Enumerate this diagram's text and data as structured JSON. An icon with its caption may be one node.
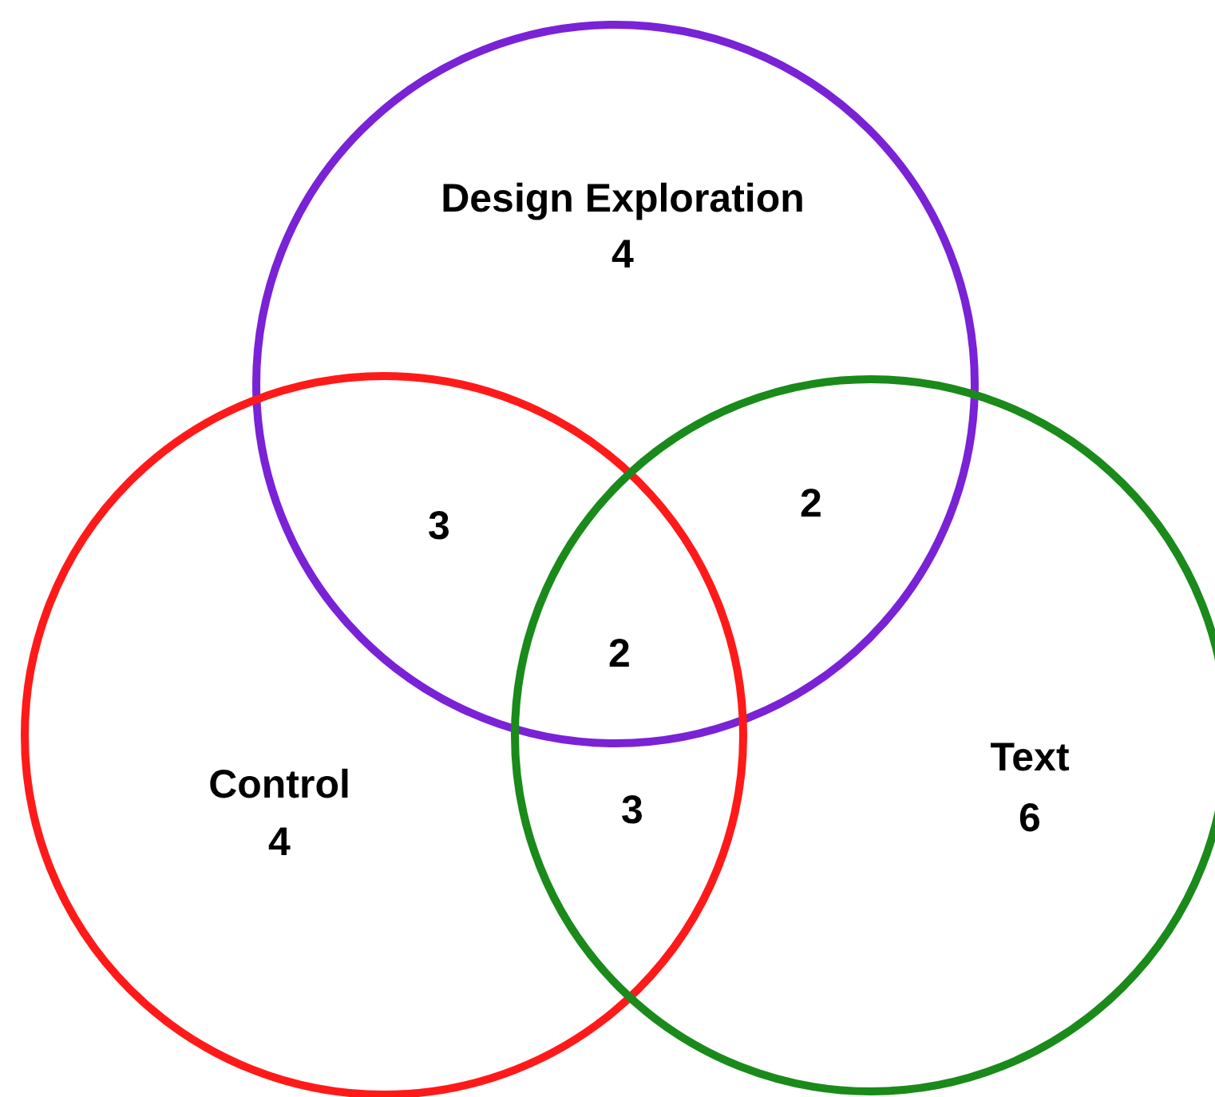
{
  "diagram": {
    "nodes": [
      {
        "text": [
          "Design Exploration",
          "4"
        ]
      },
      {
        "text": [
          "Control",
          "4"
        ]
      },
      {
        "text": [
          "Text",
          "6"
        ]
      }
    ],
    "labels": [
      "3",
      "2",
      "2",
      "3"
    ]
  }
}
